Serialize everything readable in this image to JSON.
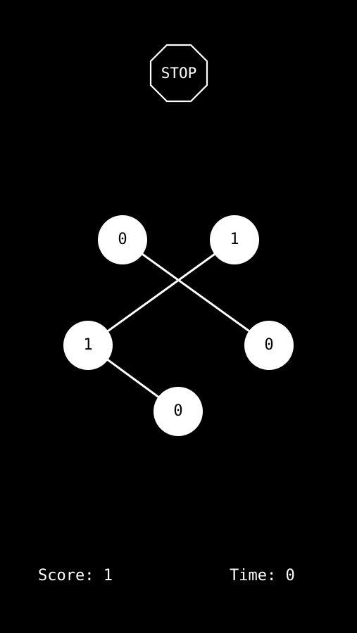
{
  "stop_button": {
    "label": "STOP",
    "icon": "stop-octagon-icon"
  },
  "colors": {
    "background": "#000000",
    "foreground": "#ffffff",
    "node_text": "#000000"
  },
  "nodes": [
    {
      "id": "n1",
      "value": "0"
    },
    {
      "id": "n2",
      "value": "1"
    },
    {
      "id": "n3",
      "value": "1"
    },
    {
      "id": "n4",
      "value": "0"
    },
    {
      "id": "n5",
      "value": "0"
    }
  ],
  "edges": [
    {
      "from": "n1",
      "to": "n4"
    },
    {
      "from": "n2",
      "to": "n3"
    },
    {
      "from": "n3",
      "to": "n5"
    }
  ],
  "hud": {
    "score_label": "Score: 1",
    "time_label": "Time: 0"
  }
}
